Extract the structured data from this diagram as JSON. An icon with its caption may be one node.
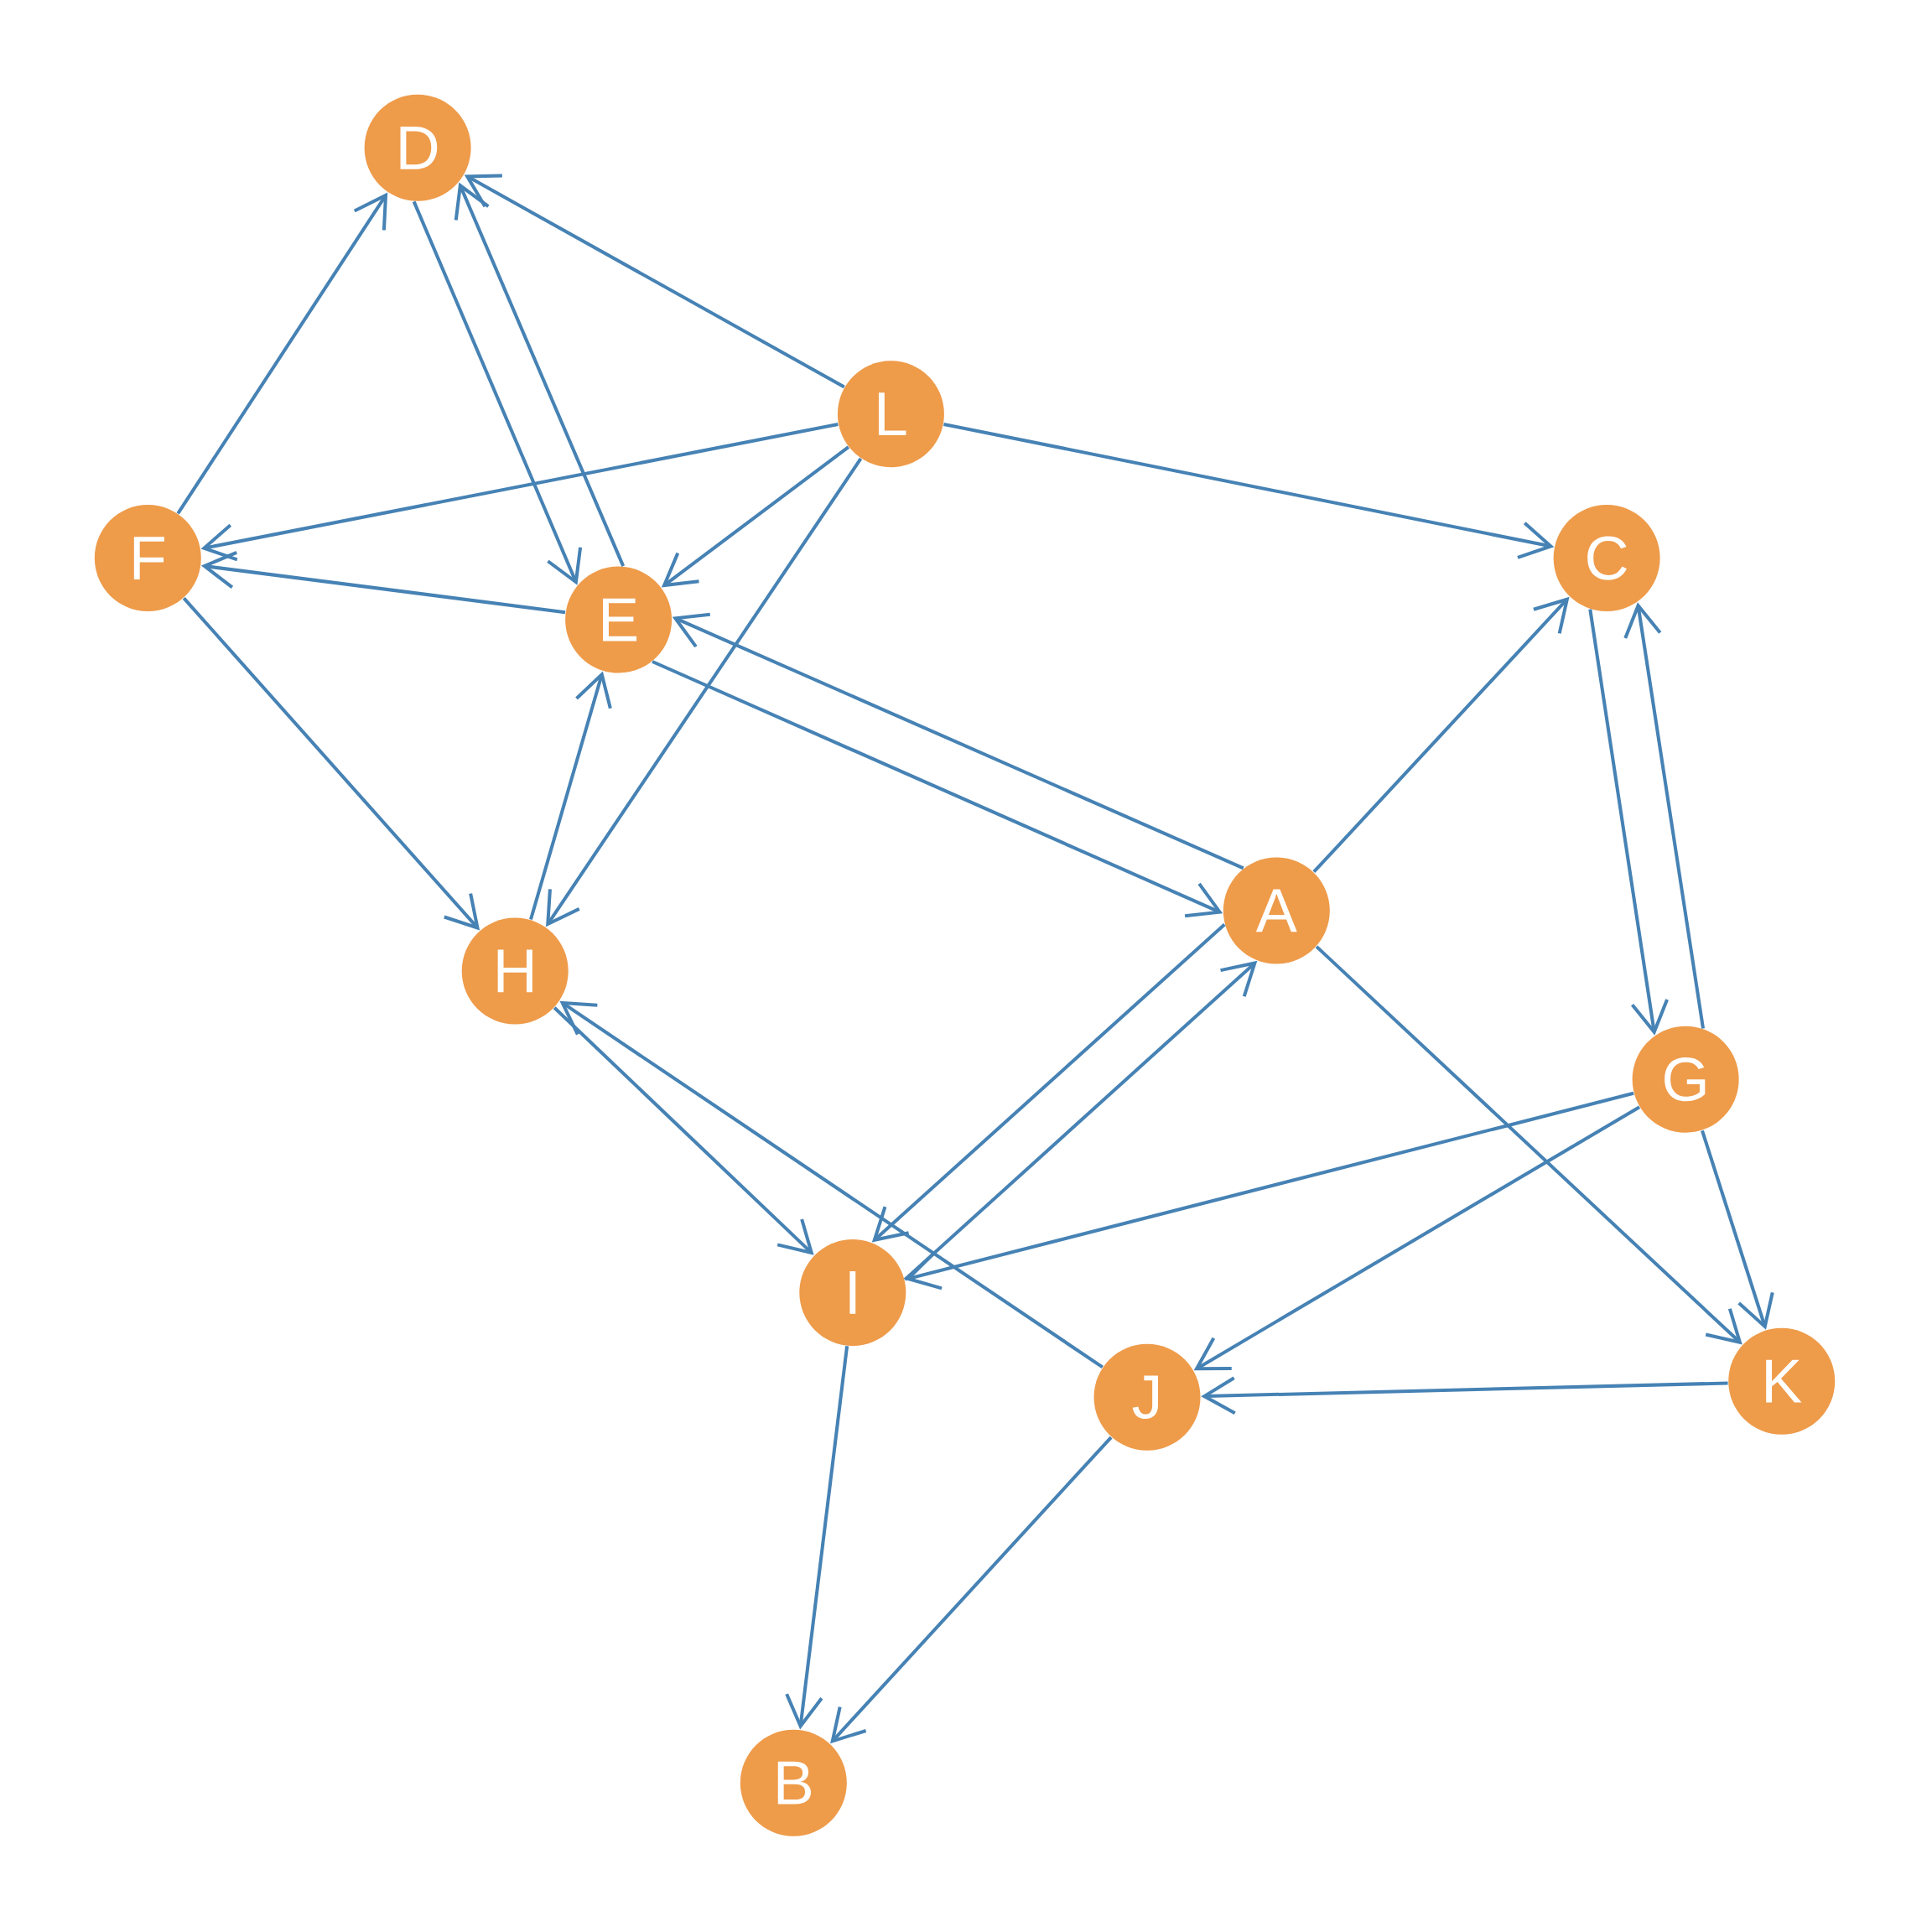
{
  "diagram": {
    "nodes": [
      {
        "text": [
          "D"
        ]
      },
      {
        "text": [
          "L"
        ]
      },
      {
        "text": [
          "F"
        ]
      },
      {
        "text": [
          "C"
        ]
      },
      {
        "text": [
          "E"
        ]
      },
      {
        "text": [
          "A"
        ]
      },
      {
        "text": [
          "H"
        ]
      },
      {
        "text": [
          "G"
        ]
      },
      {
        "text": [
          "I"
        ]
      },
      {
        "text": [
          "J"
        ]
      },
      {
        "text": [
          "K"
        ]
      },
      {
        "text": [
          "B"
        ]
      }
    ],
    "edges": [
      {
        "from": 1,
        "to": 0,
        "arrow": "to"
      },
      {
        "from": 4,
        "to": 0,
        "arrow": "to"
      },
      {
        "from": 0,
        "to": 4,
        "arrow": "to"
      },
      {
        "from": 2,
        "to": 0,
        "arrow": "to"
      },
      {
        "from": 1,
        "to": 2,
        "arrow": "to"
      },
      {
        "from": 4,
        "to": 2,
        "arrow": "to"
      },
      {
        "from": 1,
        "to": 4,
        "arrow": "to"
      },
      {
        "from": 1,
        "to": 6,
        "arrow": "to"
      },
      {
        "from": 1,
        "to": 3,
        "arrow": "to"
      },
      {
        "from": 2,
        "to": 6,
        "arrow": "to"
      },
      {
        "from": 6,
        "to": 4,
        "arrow": "to"
      },
      {
        "from": 5,
        "to": 4,
        "arrow": "to"
      },
      {
        "from": 4,
        "to": 5,
        "arrow": "to"
      },
      {
        "from": 5,
        "to": 3,
        "arrow": "to"
      },
      {
        "from": 3,
        "to": 7,
        "arrow": "to"
      },
      {
        "from": 7,
        "to": 3,
        "arrow": "to"
      },
      {
        "from": 5,
        "to": 8,
        "arrow": "to"
      },
      {
        "from": 8,
        "to": 5,
        "arrow": "to"
      },
      {
        "from": 5,
        "to": 10,
        "arrow": "to"
      },
      {
        "from": 6,
        "to": 8,
        "arrow": "to"
      },
      {
        "from": 9,
        "to": 6,
        "arrow": "to"
      },
      {
        "from": 7,
        "to": 8,
        "arrow": "to"
      },
      {
        "from": 7,
        "to": 9,
        "arrow": "to"
      },
      {
        "from": 7,
        "to": 10,
        "arrow": "to"
      },
      {
        "from": 10,
        "to": 9,
        "arrow": "to"
      },
      {
        "from": 8,
        "to": 11,
        "arrow": "to"
      },
      {
        "from": 9,
        "to": 11,
        "arrow": "to"
      }
    ]
  }
}
